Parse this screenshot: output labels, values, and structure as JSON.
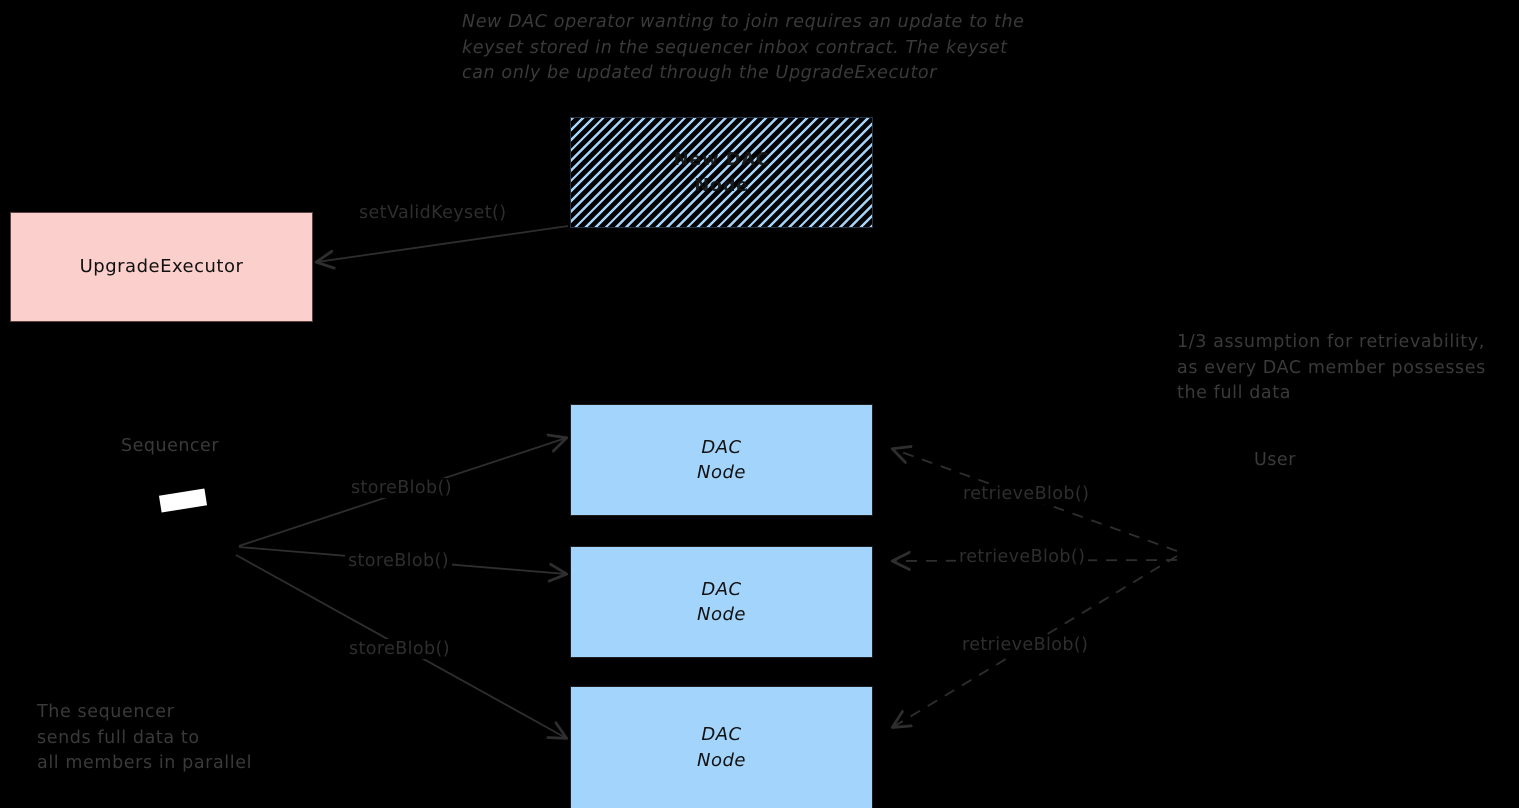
{
  "diagram": {
    "background_color": "#000000",
    "annotations": {
      "top": "New DAC operator wanting to join requires an update to the\nkeyset stored in the sequencer inbox contract. The keyset\ncan only be updated through the UpgradeExecutor",
      "right": "1/3 assumption for retrievability,\nas every DAC member possesses\nthe full data",
      "bottom_left": "The sequencer\nsends full data to\nall members in parallel"
    },
    "nodes": {
      "new_dac_node": {
        "label": "New DAC\nNode",
        "fill": "#A3D4FC",
        "style": "diagonal-hatch"
      },
      "upgrade_executor": {
        "label": "UpgradeExecutor",
        "fill": "#FBCFCB"
      },
      "dac_node_1": {
        "label": "DAC\nNode",
        "fill": "#A3D4FC"
      },
      "dac_node_2": {
        "label": "DAC\nNode",
        "fill": "#A3D4FC"
      },
      "dac_node_3": {
        "label": "DAC\nNode",
        "fill": "#A3D4FC"
      }
    },
    "actors": {
      "sequencer": "Sequencer",
      "user": "User"
    },
    "edges": {
      "set_valid_keyset": "setValidKeyset()",
      "store_blob_1": "storeBlob()",
      "store_blob_2": "storeBlob()",
      "store_blob_3": "storeBlob()",
      "retrieve_blob_1": "retrieveBlob()",
      "retrieve_blob_2": "retrieveBlob()",
      "retrieve_blob_3": "retrieveBlob()"
    },
    "colors": {
      "stroke": "#2e2e2e",
      "text": "#3a3a3a",
      "box_border": "#1e1e1e",
      "blue_fill": "#A3D4FC",
      "pink_fill": "#FBCFCB"
    }
  }
}
